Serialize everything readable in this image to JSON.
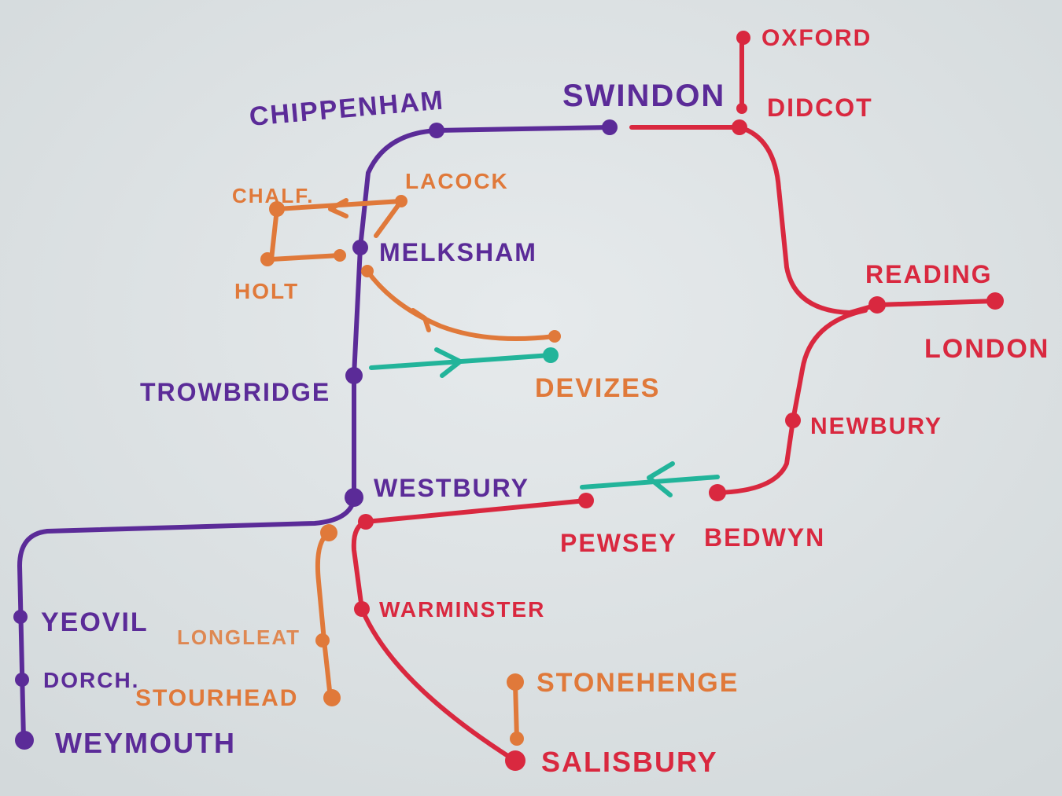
{
  "colors": {
    "purple": "#5b2b98",
    "red": "#d9283f",
    "orange": "#e0793a",
    "teal": "#22b49a",
    "background": "#dde3e5"
  },
  "stations": {
    "oxford": "OXFORD",
    "didcot": "DIDCOT",
    "swindon": "SWINDON",
    "chippenham": "CHIPPENHAM",
    "lacock": "LACOCK",
    "chalf": "CHALF.",
    "melksham": "MELKSHAM",
    "holt": "HOLT",
    "reading": "READING",
    "london": "LONDON",
    "trowbridge": "TROWBRIDGE",
    "devizes": "DEVIZES",
    "newbury": "NEWBURY",
    "westbury": "WESTBURY",
    "pewsey": "PEWSEY",
    "bedwyn": "BEDWYN",
    "warminster": "WARMINSTER",
    "yeovil": "YEOVIL",
    "longleat": "LONGLEAT",
    "dorch": "DORCH.",
    "stourhead": "STOURHEAD",
    "stonehenge": "STONEHENGE",
    "weymouth": "WEYMOUTH",
    "salisbury": "SALISBURY"
  }
}
